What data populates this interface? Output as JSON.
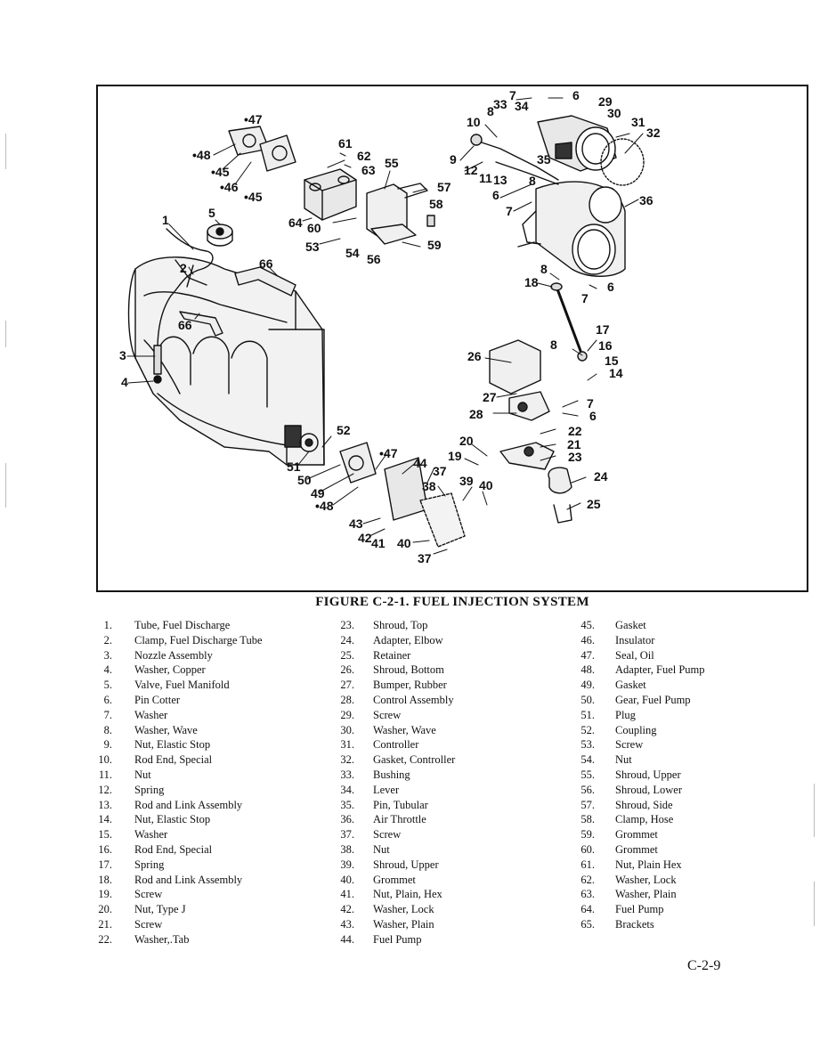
{
  "figure": {
    "caption": "FIGURE C-2-1. FUEL INJECTION SYSTEM",
    "callouts": [
      "1",
      "2",
      "3",
      "4",
      "5",
      "6",
      "6",
      "6",
      "6",
      "7",
      "7",
      "7",
      "7",
      "8",
      "8",
      "8",
      "8",
      "9",
      "10",
      "11",
      "12",
      "13",
      "14",
      "15",
      "16",
      "17",
      "18",
      "19",
      "20",
      "21",
      "22",
      "23",
      "24",
      "25",
      "26",
      "27",
      "28",
      "29",
      "30",
      "31",
      "32",
      "33",
      "34",
      "35",
      "36",
      "37",
      "37",
      "38",
      "39",
      "40",
      "40",
      "41",
      "42",
      "43",
      "44",
      "•45",
      "•45",
      "•46",
      "•47",
      "•47",
      "•48",
      "•48",
      "49",
      "50",
      "51",
      "52",
      "53",
      "54",
      "55",
      "56",
      "57",
      "58",
      "59",
      "60",
      "61",
      "62",
      "63",
      "64",
      "66",
      "66"
    ]
  },
  "parts_list": {
    "column_1": [
      {
        "num": "1.",
        "label": "Tube, Fuel Discharge"
      },
      {
        "num": "2.",
        "label": "Clamp, Fuel Discharge Tube"
      },
      {
        "num": "3.",
        "label": "Nozzle Assembly"
      },
      {
        "num": "4.",
        "label": "Washer, Copper"
      },
      {
        "num": "5.",
        "label": "Valve, Fuel Manifold"
      },
      {
        "num": "6.",
        "label": "Pin Cotter"
      },
      {
        "num": "7.",
        "label": "Washer"
      },
      {
        "num": "8.",
        "label": "Washer, Wave"
      },
      {
        "num": "9.",
        "label": "Nut, Elastic Stop"
      },
      {
        "num": "10.",
        "label": "Rod End, Special"
      },
      {
        "num": "11.",
        "label": "Nut"
      },
      {
        "num": "12.",
        "label": "Spring"
      },
      {
        "num": "13.",
        "label": "Rod and Link Assembly"
      },
      {
        "num": "14.",
        "label": "Nut, Elastic Stop"
      },
      {
        "num": "15.",
        "label": "Washer"
      },
      {
        "num": "16.",
        "label": "Rod End, Special"
      },
      {
        "num": "17.",
        "label": "Spring"
      },
      {
        "num": "18.",
        "label": "Rod and Link Assembly"
      },
      {
        "num": "19.",
        "label": "Screw"
      },
      {
        "num": "20.",
        "label": "Nut, Type J"
      },
      {
        "num": "21.",
        "label": "Screw"
      },
      {
        "num": "22.",
        "label": "Washer,.Tab"
      }
    ],
    "column_2": [
      {
        "num": "23.",
        "label": "Shroud, Top"
      },
      {
        "num": "24.",
        "label": "Adapter, Elbow"
      },
      {
        "num": "25.",
        "label": "Retainer"
      },
      {
        "num": "26.",
        "label": "Shroud, Bottom"
      },
      {
        "num": "27.",
        "label": "Bumper, Rubber"
      },
      {
        "num": "28.",
        "label": "Control Assembly"
      },
      {
        "num": "29.",
        "label": "Screw"
      },
      {
        "num": "30.",
        "label": "Washer, Wave"
      },
      {
        "num": "31.",
        "label": "Controller"
      },
      {
        "num": "32.",
        "label": "Gasket, Controller"
      },
      {
        "num": "33.",
        "label": "Bushing"
      },
      {
        "num": "34.",
        "label": "Lever"
      },
      {
        "num": "35.",
        "label": "Pin, Tubular"
      },
      {
        "num": "36.",
        "label": "Air Throttle"
      },
      {
        "num": "37.",
        "label": "Screw"
      },
      {
        "num": "38.",
        "label": "Nut"
      },
      {
        "num": "39.",
        "label": "Shroud, Upper"
      },
      {
        "num": "40.",
        "label": "Grommet"
      },
      {
        "num": "41.",
        "label": "Nut, Plain, Hex"
      },
      {
        "num": "42.",
        "label": "Washer, Lock"
      },
      {
        "num": "43.",
        "label": "Washer, Plain"
      },
      {
        "num": "44.",
        "label": "Fuel Pump"
      }
    ],
    "column_3": [
      {
        "num": "45.",
        "label": "Gasket"
      },
      {
        "num": "46.",
        "label": "Insulator"
      },
      {
        "num": "47.",
        "label": "Seal, Oil"
      },
      {
        "num": "48.",
        "label": "Adapter, Fuel Pump"
      },
      {
        "num": "49.",
        "label": "Gasket"
      },
      {
        "num": "50.",
        "label": "Gear, Fuel Pump"
      },
      {
        "num": "51.",
        "label": "Plug"
      },
      {
        "num": "52.",
        "label": "Coupling"
      },
      {
        "num": "53.",
        "label": "Screw"
      },
      {
        "num": "54.",
        "label": "Nut"
      },
      {
        "num": "55.",
        "label": "Shroud, Upper"
      },
      {
        "num": "56.",
        "label": "Shroud, Lower"
      },
      {
        "num": "57.",
        "label": "Shroud, Side"
      },
      {
        "num": "58.",
        "label": "Clamp, Hose"
      },
      {
        "num": "59.",
        "label": "Grommet"
      },
      {
        "num": "60.",
        "label": "Grommet"
      },
      {
        "num": "61.",
        "label": "Nut, Plain Hex"
      },
      {
        "num": "62.",
        "label": "Washer, Lock"
      },
      {
        "num": "63.",
        "label": "Washer, Plain"
      },
      {
        "num": "64.",
        "label": "Fuel Pump"
      },
      {
        "num": "65.",
        "label": "Brackets"
      }
    ]
  },
  "page_number": "C-2-9"
}
